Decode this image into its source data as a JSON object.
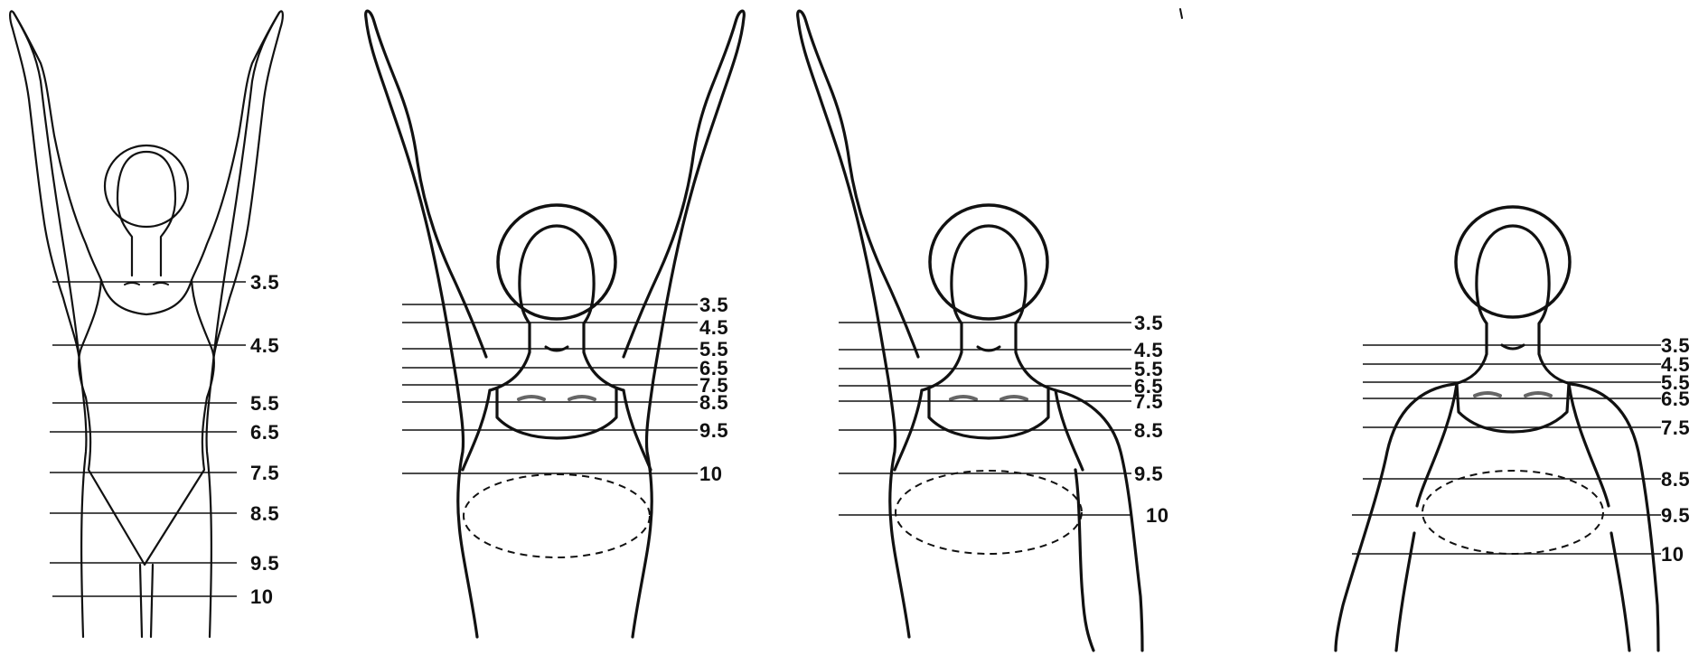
{
  "figures": [
    {
      "name": "figure-1-full-body",
      "levels": [
        "3.5",
        "4.5",
        "5.5",
        "6.5",
        "7.5",
        "8.5",
        "9.5",
        "10"
      ]
    },
    {
      "name": "figure-2-torso-arms-up",
      "levels": [
        "3.5",
        "4.5",
        "5.5",
        "6.5",
        "7.5",
        "8.5",
        "9.5",
        "10"
      ]
    },
    {
      "name": "figure-3-torso-one-arm-up",
      "levels": [
        "3.5",
        "4.5",
        "5.5",
        "6.5",
        "7.5",
        "8.5",
        "9.5",
        "10"
      ]
    },
    {
      "name": "figure-4-torso-arms-down",
      "levels": [
        "3.5",
        "4.5",
        "5.5",
        "6.5",
        "7.5",
        "8.5",
        "9.5",
        "10"
      ]
    }
  ]
}
